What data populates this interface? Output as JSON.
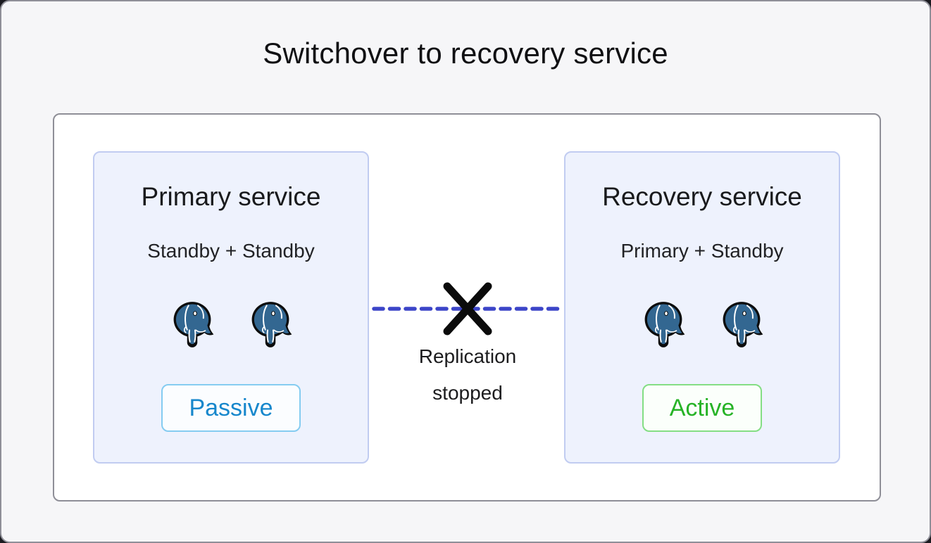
{
  "diagram": {
    "title": "Switchover to recovery service"
  },
  "services": {
    "primary": {
      "title": "Primary service",
      "subtitle": "Standby + Standby",
      "badge": "Passive",
      "badge_text_color": "#1787cc",
      "badge_border_color": "#85ccf1",
      "node_icons": [
        "postgresql-elephant",
        "postgresql-elephant"
      ]
    },
    "recovery": {
      "title": "Recovery service",
      "subtitle": "Primary + Standby",
      "badge": "Active",
      "badge_text_color": "#27b327",
      "badge_border_color": "#84de84",
      "node_icons": [
        "postgresql-elephant",
        "postgresql-elephant"
      ]
    }
  },
  "connector": {
    "label_line1": "Replication",
    "label_line2": "stopped",
    "line_style": "dashed",
    "line_color": "#3c45c8",
    "cross_color": "#0b0b0b"
  },
  "colors": {
    "frame_bg": "#f6f6f8",
    "frame_border": "#8f8f98",
    "board_bg": "#ffffff",
    "board_border": "#8e8e97",
    "card_bg": "#eef2fd",
    "card_border": "#c1ccf1",
    "postgres_blue": "#336791",
    "title_text": "#101013"
  }
}
